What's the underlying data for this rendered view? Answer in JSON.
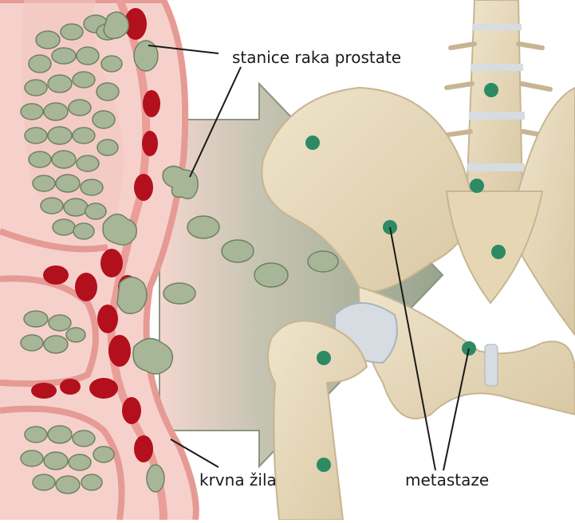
{
  "labels": {
    "cancer_cells": "stanice raka prostate",
    "blood_vessel": "krvna žila",
    "metastases": "metastaze"
  },
  "colors": {
    "tissue_light": "#f6d1cb",
    "tissue_dark": "#e69a94",
    "vessel_wall": "#eb9e98",
    "blood_cell": "#b3101e",
    "cancer_cell": "#a6b696",
    "cancer_cell_edge": "#6f8064",
    "arrow": "#98a48e",
    "bone": "#e9dcc0",
    "bone_shadow": "#c7b592",
    "cartilage": "#d6dce1",
    "metastasis_dot": "#2d8a63"
  }
}
